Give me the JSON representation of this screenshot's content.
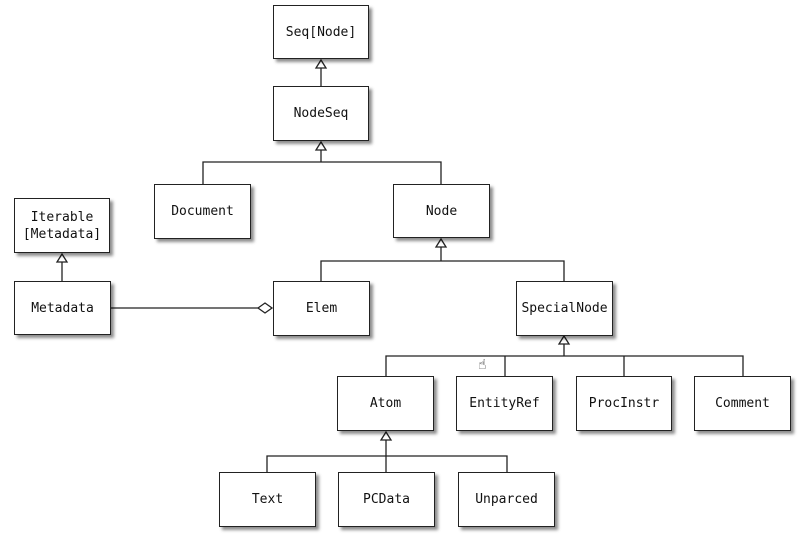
{
  "nodes": {
    "seq_node": "Seq[Node]",
    "nodeseq": "NodeSeq",
    "document": "Document",
    "node": "Node",
    "iterable_metadata": "Iterable\n[Metadata]",
    "metadata": "Metadata",
    "elem": "Elem",
    "specialnode": "SpecialNode",
    "atom": "Atom",
    "entityref": "EntityRef",
    "procinstr": "ProcInstr",
    "comment": "Comment",
    "text": "Text",
    "pcdata": "PCData",
    "unparced": "Unparced"
  },
  "cursor_icon": "hand-pointer-icon"
}
